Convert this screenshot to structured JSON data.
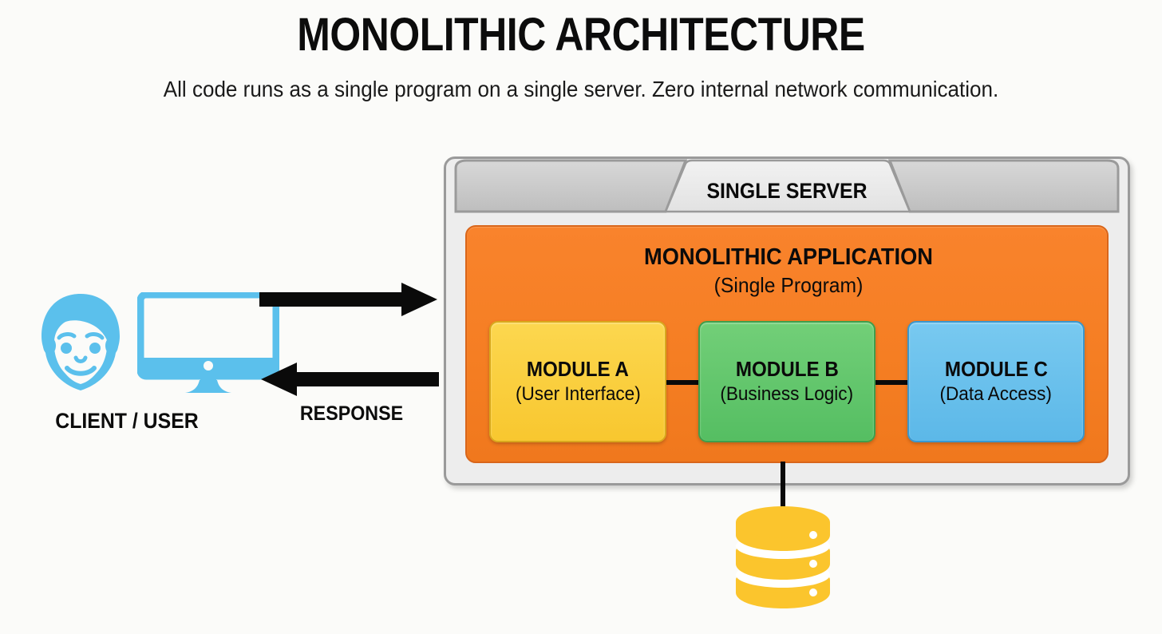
{
  "header": {
    "title": "MONOLITHIC ARCHITECTURE",
    "subtitle": "All code runs as a single program on a single server. Zero internal network communication."
  },
  "client": {
    "label": "CLIENT / USER",
    "face_icon": "user-face-icon",
    "monitor_icon": "monitor-icon",
    "icon_color": "#5BC0EC"
  },
  "flows": {
    "request_arrow": "arrow-right-icon",
    "response_arrow": "arrow-left-icon",
    "response_label": "RESPONSE",
    "arrow_color": "#0A0A0A"
  },
  "server": {
    "title": "SINGLE SERVER",
    "shell_color": "#EDEDED",
    "lid_color": "#C6C6C6",
    "border_color": "#9A9A9A"
  },
  "application": {
    "title": "MONOLITHIC APPLICATION",
    "subtitle": "(Single Program)",
    "color": "#F57E23"
  },
  "modules": [
    {
      "name": "MODULE A",
      "role": "(User Interface)",
      "color": "#F8C72F"
    },
    {
      "name": "MODULE B",
      "role": "(Business Logic)",
      "color": "#55BE62"
    },
    {
      "name": "MODULE C",
      "role": "(Data Access)",
      "color": "#5CB8E8"
    }
  ],
  "database": {
    "icon": "database-cylinder-icon",
    "color": "#FBC52D",
    "disc_count": 3
  },
  "palette": {
    "background": "#FBFBF9",
    "text": "#0A0A0A"
  }
}
